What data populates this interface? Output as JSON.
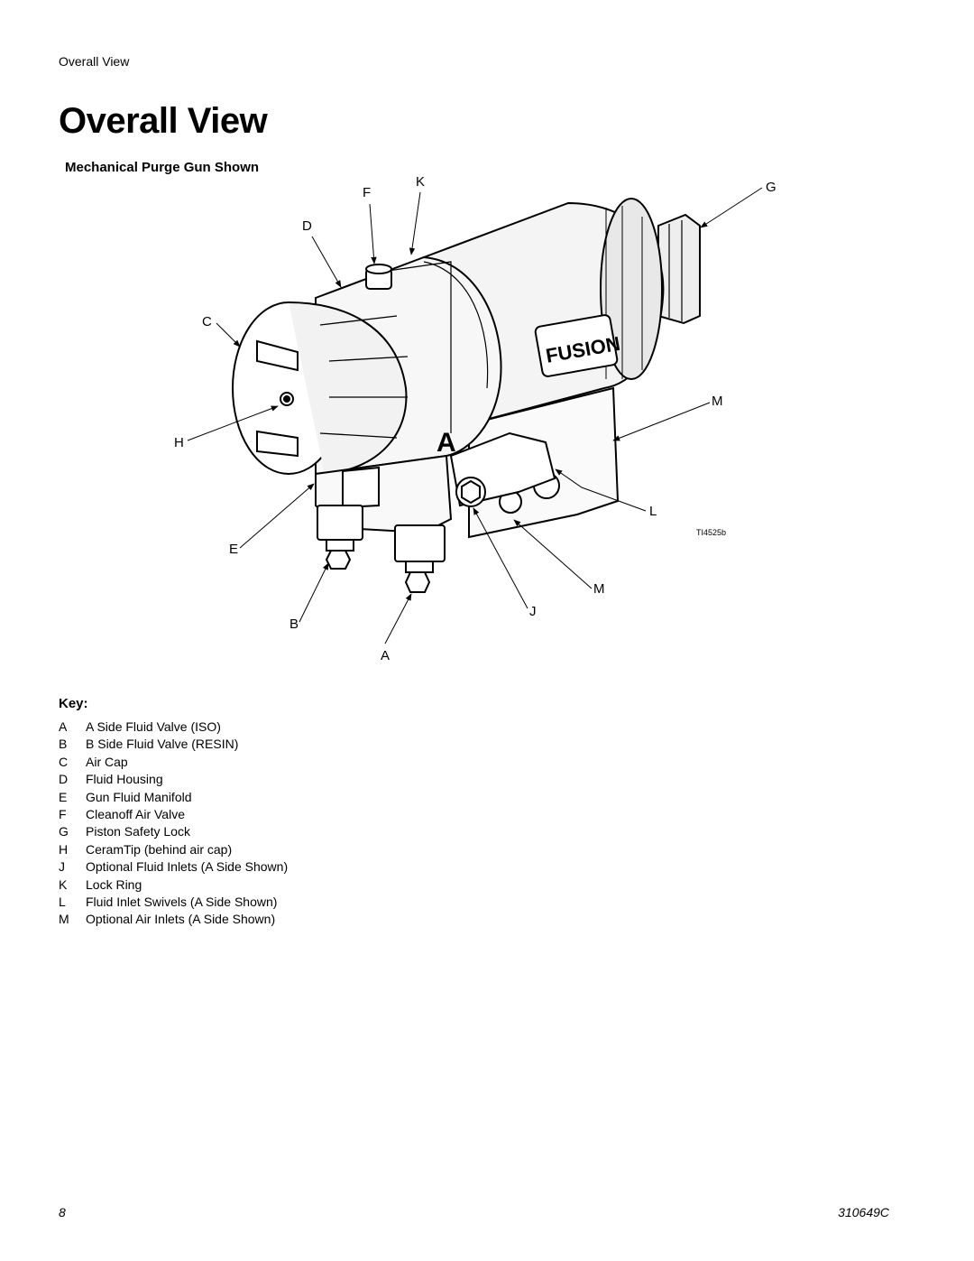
{
  "header": {
    "running_title": "Overall View"
  },
  "title": "Overall View",
  "figure": {
    "caption": "Mechanical Purge Gun Shown",
    "id": "TI4525b",
    "logo_text": "FUSION",
    "housing_letter": "A",
    "callouts": {
      "F": "F",
      "K": "K",
      "G": "G",
      "D": "D",
      "C": "C",
      "M1": "M",
      "H": "H",
      "L": "L",
      "E": "E",
      "M2": "M",
      "J": "J",
      "B": "B",
      "A": "A"
    }
  },
  "key": {
    "heading": "Key:",
    "items": [
      {
        "letter": "A",
        "text": "A Side Fluid Valve (ISO)"
      },
      {
        "letter": "B",
        "text": "B Side Fluid Valve (RESIN)"
      },
      {
        "letter": "C",
        "text": "Air Cap"
      },
      {
        "letter": "D",
        "text": "Fluid Housing"
      },
      {
        "letter": "E",
        "text": "Gun Fluid Manifold"
      },
      {
        "letter": "F",
        "text": "Cleanoff Air Valve"
      },
      {
        "letter": "G",
        "text": "Piston Safety Lock"
      },
      {
        "letter": "H",
        "text": "CeramTip (behind air cap)"
      },
      {
        "letter": "J",
        "text": "Optional Fluid Inlets (A Side Shown)"
      },
      {
        "letter": "K",
        "text": "Lock Ring"
      },
      {
        "letter": "L",
        "text": "Fluid Inlet Swivels (A Side Shown)"
      },
      {
        "letter": "M",
        "text": "Optional Air Inlets (A Side Shown)"
      }
    ]
  },
  "footer": {
    "page_number": "8",
    "doc_number": "310649C"
  }
}
